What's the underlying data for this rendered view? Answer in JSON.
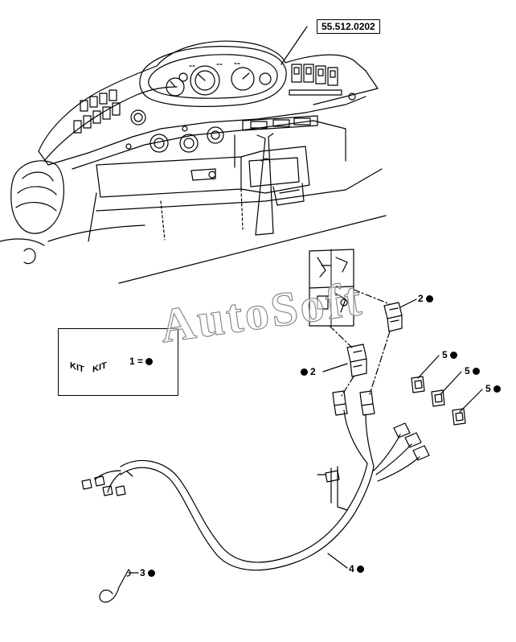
{
  "reference": {
    "code": "55.512.0202"
  },
  "watermark": {
    "text": "AutoSoft"
  },
  "kit": {
    "label": "1 =",
    "box_text_left": "KIT",
    "box_text_right": "KIT"
  },
  "callouts": [
    {
      "id": "2",
      "label": "2"
    },
    {
      "id": "2b",
      "label": "2"
    },
    {
      "id": "3",
      "label": "3"
    },
    {
      "id": "4",
      "label": "4"
    },
    {
      "id": "5a",
      "label": "5"
    },
    {
      "id": "5b",
      "label": "5"
    },
    {
      "id": "5c",
      "label": "5"
    }
  ],
  "colors": {
    "line": "#000000",
    "watermark_stroke": "#8a8a8a",
    "paper": "#ffffff"
  }
}
